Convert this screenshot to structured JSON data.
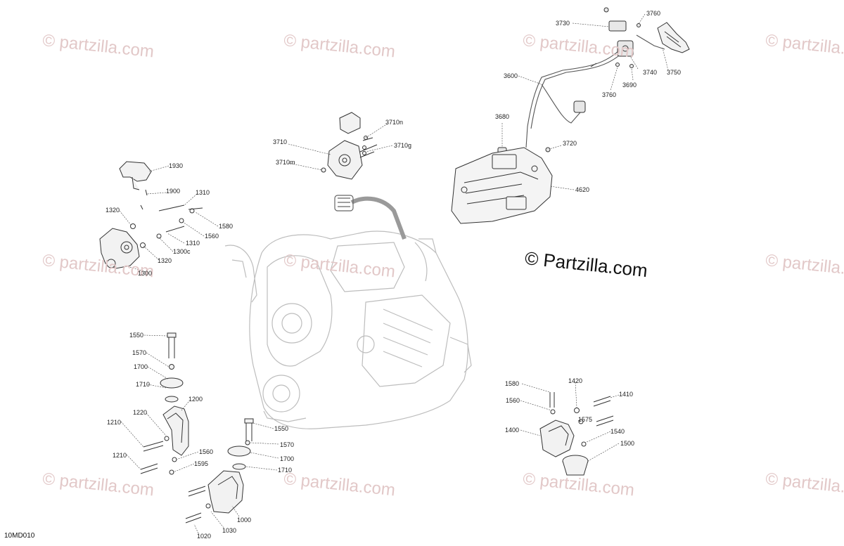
{
  "diagram": {
    "figure_id": "10MD010",
    "copyright": "© Partzilla.com",
    "watermark": "© partzilla.com",
    "colors": {
      "line": "#555555",
      "leader": "#444444",
      "watermark": "#e2c8c8",
      "engine": "#bdbdbd"
    },
    "callouts": [
      "3730",
      "3760",
      "3600",
      "3740",
      "3750",
      "3760",
      "3690",
      "3680",
      "3720",
      "4620",
      "3710n",
      "3710",
      "3710g",
      "3710m",
      "1930",
      "1900",
      "1310",
      "1320",
      "1580",
      "1560",
      "1310",
      "1300c",
      "1320",
      "1300",
      "1550",
      "1570",
      "1700",
      "1710",
      "1200",
      "1220",
      "1210",
      "1210",
      "1560",
      "1595",
      "1550",
      "1570",
      "1700",
      "1710",
      "1000",
      "1030",
      "1020",
      "1580",
      "1420",
      "1410",
      "1560",
      "1575",
      "1400",
      "1540",
      "1500"
    ]
  }
}
